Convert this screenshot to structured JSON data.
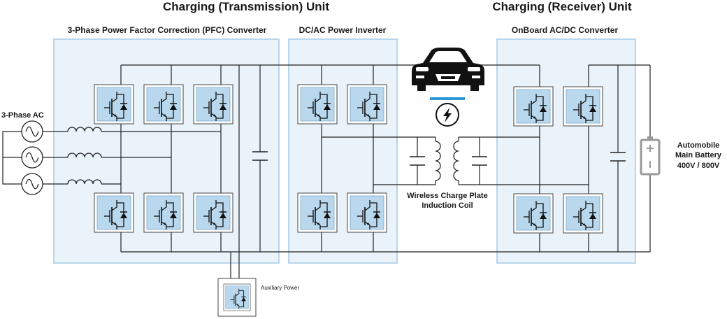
{
  "titles": {
    "transmission_unit": "Charging (Transmission) Unit",
    "receiver_unit": "Charging (Receiver) Unit"
  },
  "blocks": {
    "pfc": "3-Phase Power Factor Correction (PFC) Converter",
    "inverter": "DC/AC Power Inverter",
    "onboard": "OnBoard AC/DC Converter"
  },
  "labels": {
    "three_phase_ac": "3-Phase AC",
    "coil_line1": "Wireless Charge Plate",
    "coil_line2": "Induction Coil",
    "battery_line1": "Automobile",
    "battery_line2": "Main Battery",
    "battery_line3": "400V / 800V",
    "auxiliary": "Auxiliary Power"
  },
  "colors": {
    "block_fill": "#eaf3fa",
    "block_border": "#b8d6ec",
    "switch_fill": "#b9d8ee",
    "charge_plate": "#2a9ad6",
    "battery": "#9a9a9a",
    "wire": "#222222"
  },
  "icons": [
    "igbt-switch-icon",
    "capacitor-icon",
    "inductor-icon",
    "ac-source-icon",
    "battery-icon",
    "car-icon",
    "lightning-icon",
    "transformer-coil-icon"
  ]
}
